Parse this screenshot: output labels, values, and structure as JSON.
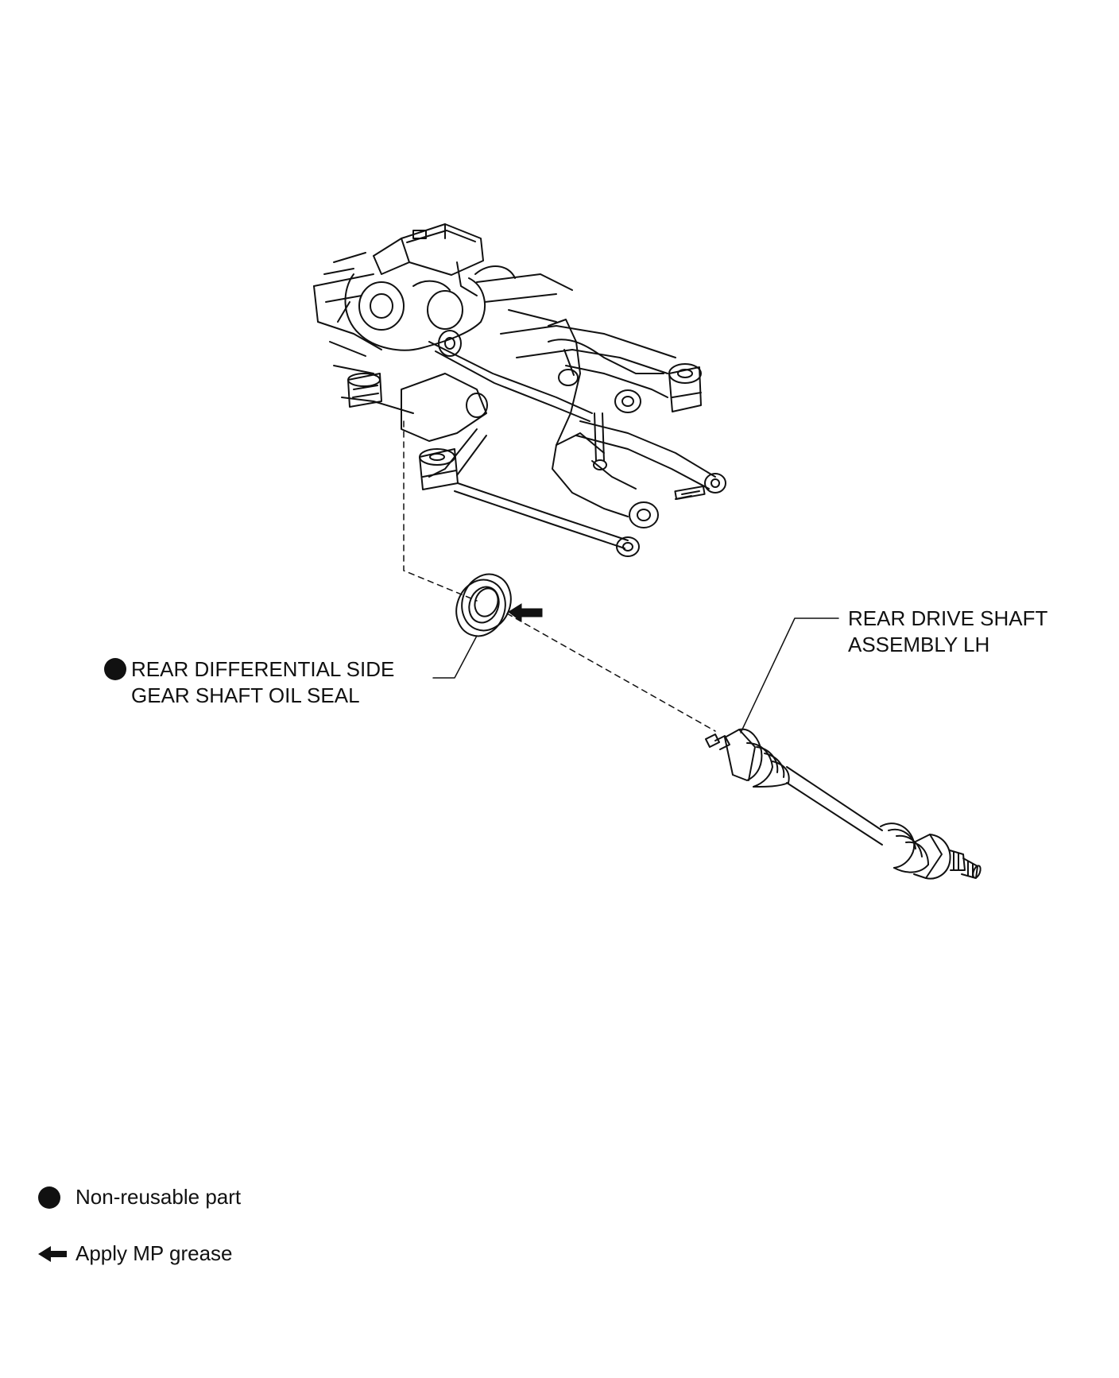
{
  "colors": {
    "ink": "#111111",
    "background": "#ffffff"
  },
  "callouts": {
    "oil_seal": {
      "line1": "REAR DIFFERENTIAL SIDE",
      "line2": "GEAR SHAFT OIL SEAL",
      "marker_icon": "non-reusable-dot-icon"
    },
    "drive_shaft": {
      "line1": "REAR DRIVE SHAFT",
      "line2": "ASSEMBLY LH"
    }
  },
  "legend": {
    "items": [
      {
        "icon": "non-reusable-dot-icon",
        "label": "Non-reusable part"
      },
      {
        "icon": "grease-arrow-icon",
        "label": "Apply MP grease"
      }
    ]
  }
}
